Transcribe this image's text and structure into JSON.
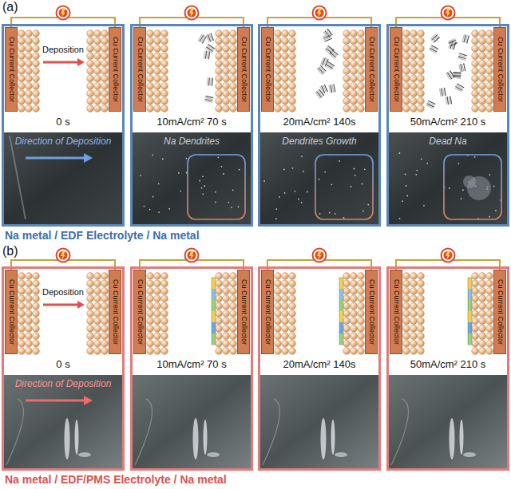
{
  "diagram": {
    "nodes": [
      {
        "text": [
          "Deposition",
          "0 s",
          "Direction of Deposition"
        ]
      },
      {
        "text": [
          "Cu Current Collector"
        ],
        "in": 0
      },
      {
        "text": [
          "Cu Current Collector"
        ],
        "in": 0
      },
      {
        "text": [
          "10mA/cm² 70 s",
          "Na Dendrites"
        ]
      },
      {
        "text": [
          "Cu Current Collector"
        ],
        "in": 3
      },
      {
        "text": [
          "Cu Current Collector"
        ],
        "in": 3
      },
      {
        "text": [
          "20mA/cm² 140s",
          "Dendrites Growth"
        ]
      },
      {
        "text": [
          "Cu Current Collector"
        ],
        "in": 6
      },
      {
        "text": [
          "Cu Current Collector"
        ],
        "in": 6
      },
      {
        "text": [
          "50mA/cm² 210 s",
          "Dead Na"
        ]
      },
      {
        "text": [
          "Cu Current Collector"
        ],
        "in": 9
      },
      {
        "text": [
          "Cu Current Collector"
        ],
        "in": 9
      },
      {
        "text": [
          "Deposition",
          "0 s",
          "Direction of Deposition"
        ]
      },
      {
        "text": [
          "Cu Current Collector"
        ],
        "in": 12
      },
      {
        "text": [
          "Cu Current Collector"
        ],
        "in": 12
      },
      {
        "text": [
          "10mA/cm² 70 s"
        ]
      },
      {
        "text": [
          "Cu Current Collector"
        ],
        "in": 15
      },
      {
        "text": [
          "Cu Current Collector"
        ],
        "in": 15
      },
      {
        "text": [
          "20mA/cm² 140s"
        ]
      },
      {
        "text": [
          "Cu Current Collector"
        ],
        "in": 18
      },
      {
        "text": [
          "Cu Current Collector"
        ],
        "in": 18
      },
      {
        "text": [
          "50mA/cm² 210 s"
        ]
      },
      {
        "text": [
          "Cu Current Collector"
        ],
        "in": 21
      },
      {
        "text": [
          "Cu Current Collector"
        ],
        "in": 21
      }
    ],
    "labels": [
      "(a)",
      "Na metal / EDF Electrolyte / Na metal",
      "(b)",
      "Na metal / EDF/PMS Electrolyte / Na metal"
    ]
  }
}
